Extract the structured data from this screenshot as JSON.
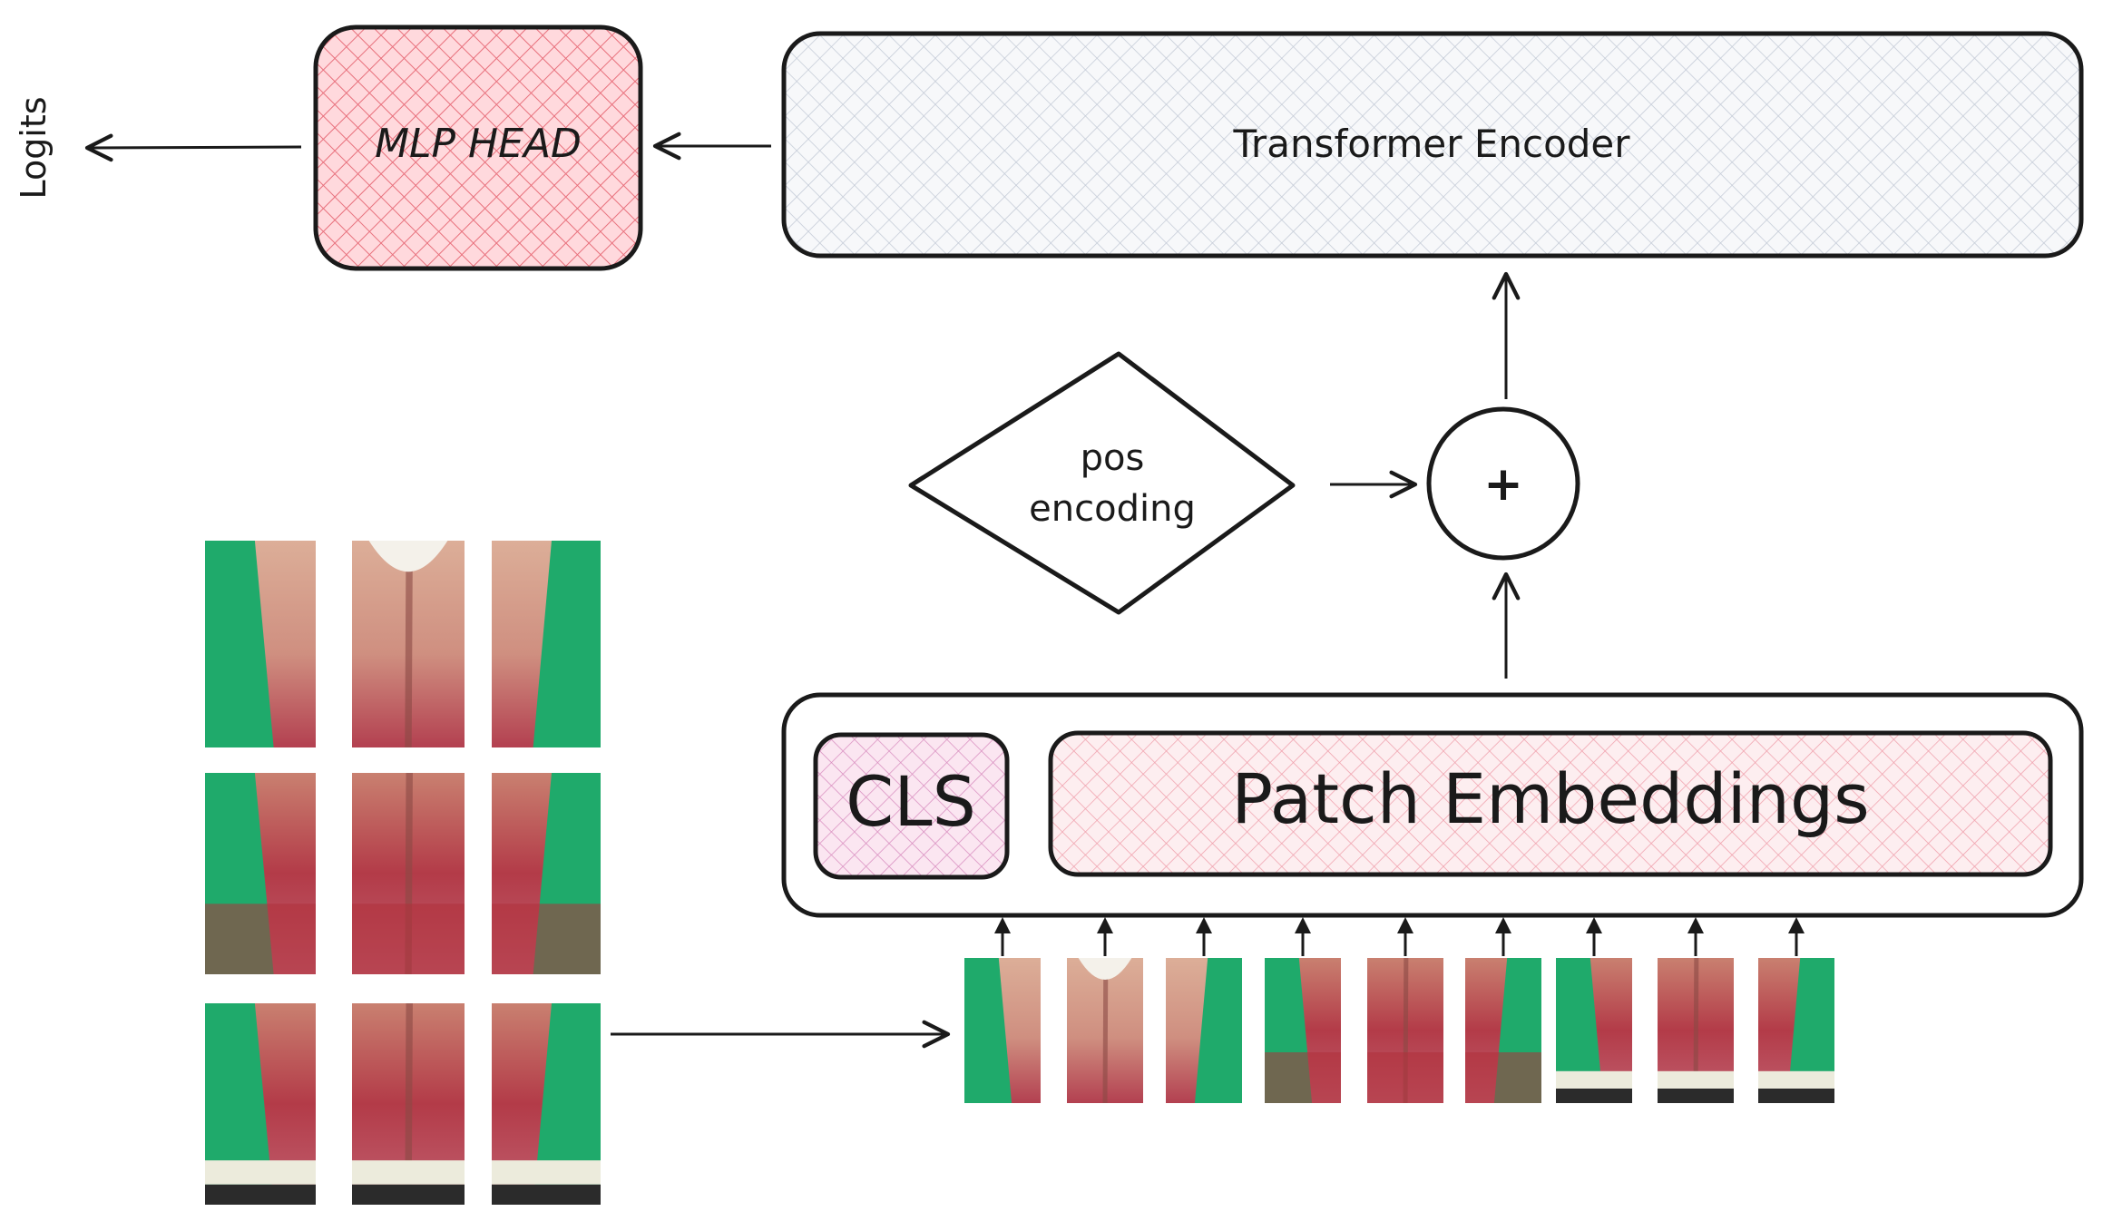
{
  "nodes": {
    "logits": "Logits",
    "mlp_head": "MLP HEAD",
    "transformer_encoder": "Transformer Encoder",
    "pos_encoding_line1": "pos",
    "pos_encoding_line2": "encoding",
    "add_operator": "+",
    "cls_token": "CLS",
    "patch_embeddings": "Patch Embeddings"
  },
  "image": {
    "grid_rows": 3,
    "grid_cols": 3,
    "background_color": "#1faa6b",
    "skin_color": "#d9a58f",
    "lesion_color": "#b0303a",
    "sheet_color": "#ecebdc",
    "floor_color": "#2b2b2b"
  },
  "colors": {
    "stroke": "#1a1a1a",
    "mlp_hatch": "#e8707c",
    "encoder_hatch": "#b9c2cf",
    "cls_hatch": "#d98ec0",
    "patch_hatch": "#f0a0ac"
  }
}
